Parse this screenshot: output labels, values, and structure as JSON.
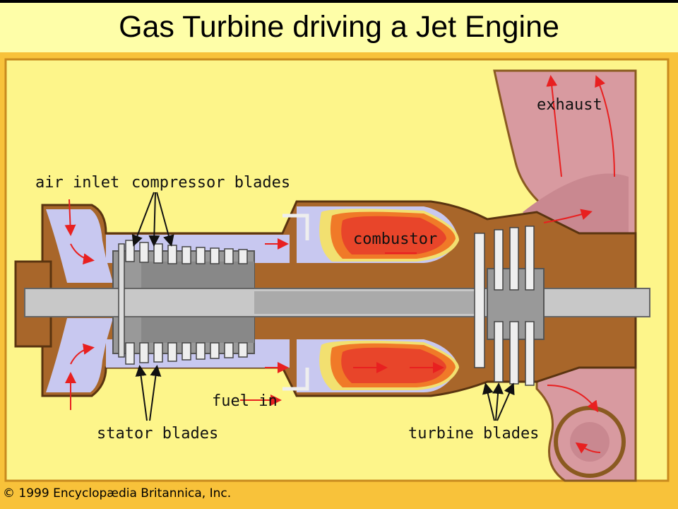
{
  "title": "Gas Turbine driving a Jet Engine",
  "labels": {
    "air_inlet": "air inlet",
    "compressor_blades": "compressor blades",
    "combustor": "combustor",
    "exhaust": "exhaust",
    "fuel_in": "fuel in",
    "stator_blades": "stator blades",
    "turbine_blades": "turbine blades"
  },
  "copyright": "© 1999 Encyclopædia Britannica, Inc.",
  "colors": {
    "background": "#fdf58a",
    "casing": "#a8662a",
    "air": "#c8c8f0",
    "flame": "#e8452a",
    "exhaust": "#d89aa0",
    "shaft": "#c8c8c8"
  }
}
